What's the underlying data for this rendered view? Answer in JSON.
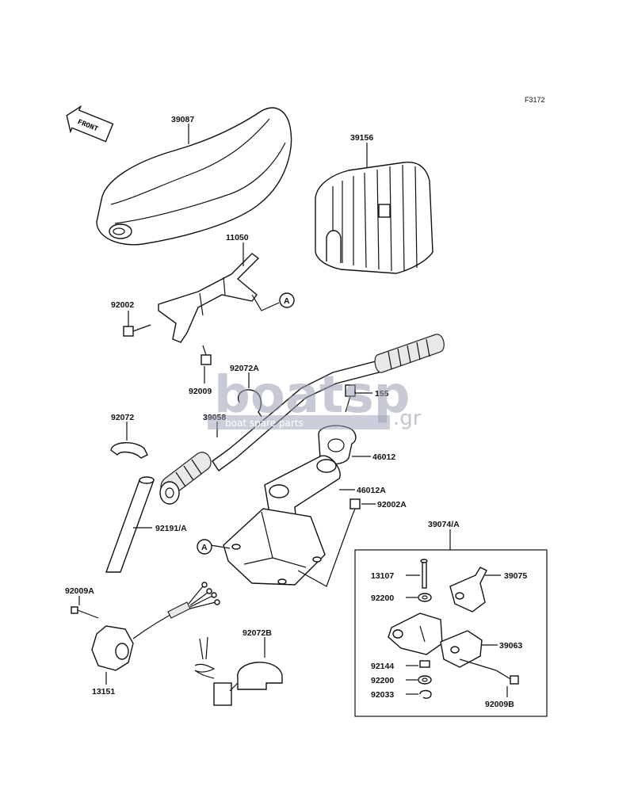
{
  "figure_code": "F3172",
  "front_label": "FRONT",
  "watermark": {
    "brand": "boatsp",
    "tagline": "boat spare parts",
    "suffix": ".gr"
  },
  "circle_ref": "A",
  "parts": {
    "p39087": "39087",
    "p39156": "39156",
    "p11050": "11050",
    "p92002": "92002",
    "p92009": "92009",
    "p92072A": "92072A",
    "p155": "155",
    "p92072": "92072",
    "p39058": "39058",
    "p46012": "46012",
    "p46012A": "46012A",
    "p92002A": "92002A",
    "p92191A": "92191/A",
    "p39074A": "39074/A",
    "p13107": "13107",
    "p39075": "39075",
    "p92200a": "92200",
    "p39063": "39063",
    "p92144": "92144",
    "p92200b": "92200",
    "p92033": "92033",
    "p92009B": "92009B",
    "p92009A": "92009A",
    "p92072B": "92072B",
    "p13151": "13151"
  }
}
